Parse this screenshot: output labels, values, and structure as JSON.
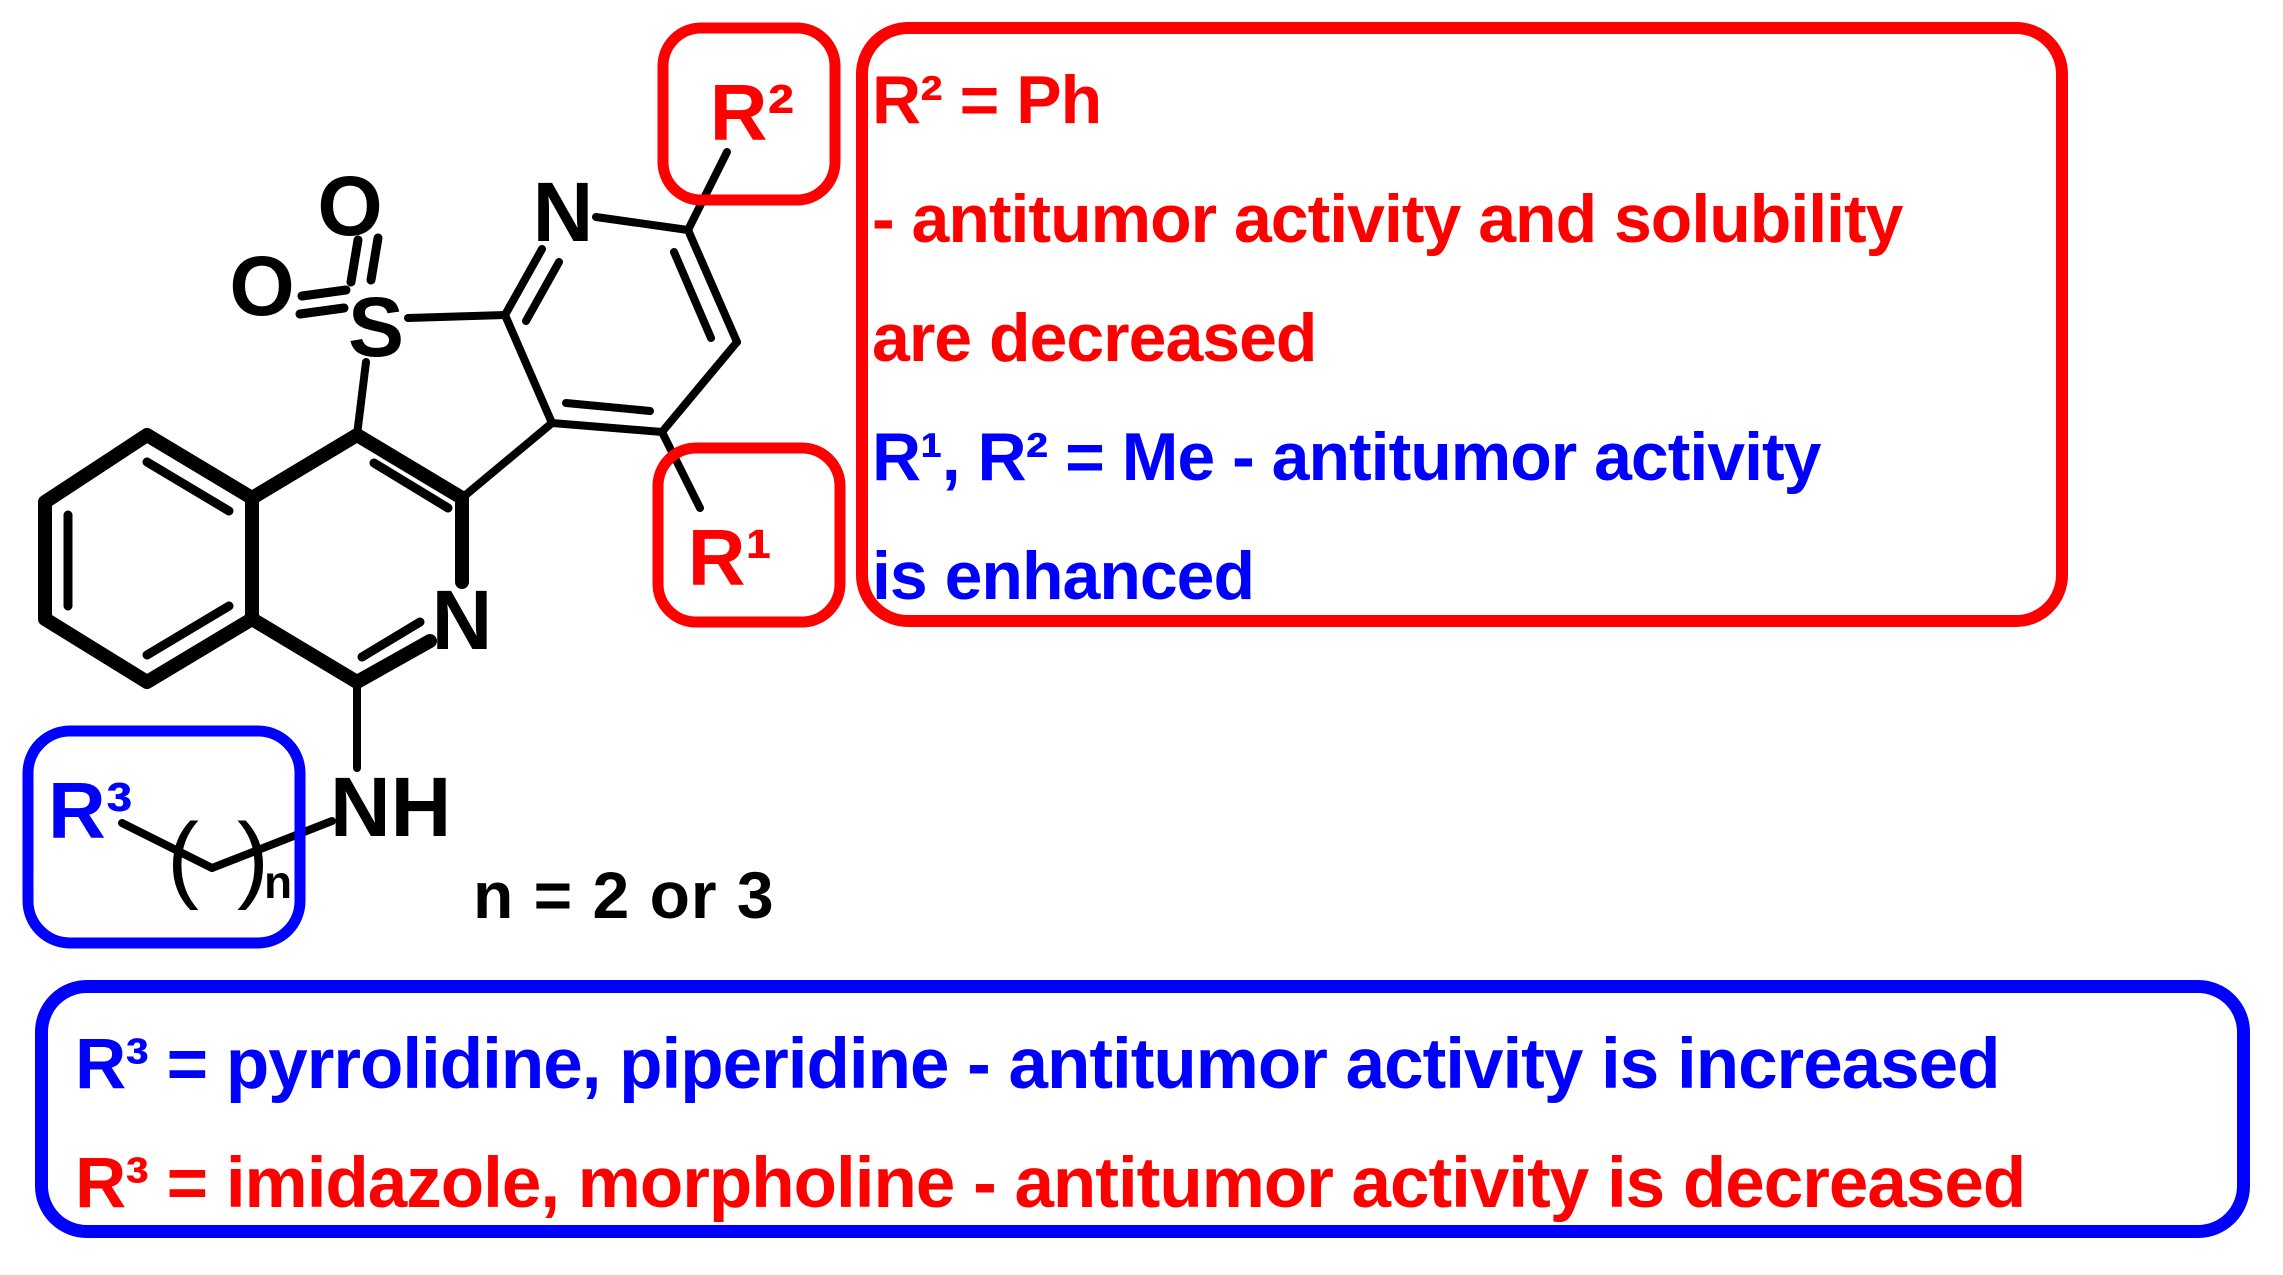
{
  "molecule": {
    "atoms": {
      "o_top": "O",
      "o_left": "O",
      "s": "S",
      "n_top_pyridine": "N",
      "n_isoquinoline": "N",
      "nh": "NH"
    },
    "substituent_labels": {
      "r1": "R¹",
      "r2": "R²",
      "r3": "R³"
    },
    "chain": {
      "open_paren": "(",
      "close_paren": ")",
      "subscript": "n"
    },
    "n_note": "n = 2 or 3"
  },
  "callouts": {
    "r2_effect_box": {
      "border_color": "#ff0000",
      "lines": [
        {
          "text": "R² = Ph",
          "color": "#ff0000"
        },
        {
          "text": "- antitumor activity and solubility",
          "color": "#ff0000"
        },
        {
          "text": "are decreased",
          "color": "#ff0000"
        },
        {
          "text": "R¹, R² = Me - antitumor activity",
          "color": "#0000ff"
        },
        {
          "text": "is enhanced",
          "color": "#0000ff"
        }
      ]
    },
    "r3_effect_box": {
      "border_color": "#0000ff",
      "lines": [
        {
          "text": "R³ = pyrrolidine, piperidine - antitumor activity is increased",
          "color": "#0000ff"
        },
        {
          "text": "R³ = imidazole, morpholine - antitumor activity is decreased",
          "color": "#ff0000"
        }
      ]
    }
  },
  "colors": {
    "red": "#ff0000",
    "blue": "#0000ff",
    "black": "#000000",
    "background": "#ffffff"
  }
}
